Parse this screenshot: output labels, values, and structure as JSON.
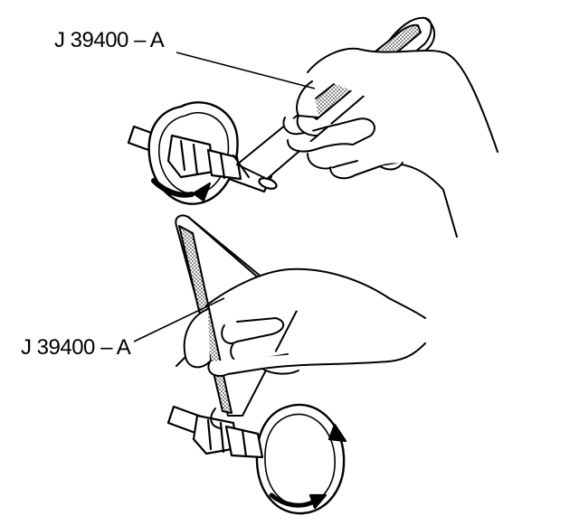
{
  "figure": {
    "callouts": [
      {
        "id": "top",
        "text": "J 39400 – A"
      },
      {
        "id": "bottom",
        "text": "J 39400 – A"
      }
    ]
  },
  "colors": {
    "line": "#000000",
    "background": "#ffffff"
  }
}
